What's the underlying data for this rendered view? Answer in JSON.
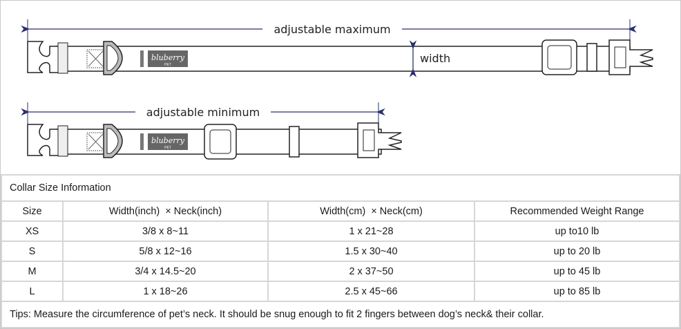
{
  "diagram": {
    "max_label": "adjustable maximum",
    "min_label": "adjustable minimum",
    "width_label": "width",
    "logo_text": "bluberry PET",
    "arrow_color": "#2a2f6e"
  },
  "table": {
    "title": "Collar Size Information",
    "headers": [
      "Size",
      "Width(inch)  × Neck(inch)",
      "Width(cm)  × Neck(cm)",
      "Recommended Weight Range"
    ],
    "rows": [
      [
        "XS",
        "3/8 x 8~11",
        "1 x 21~28",
        "up to10 lb"
      ],
      [
        "S",
        "5/8 x 12~16",
        "1.5 x 30~40",
        "up to 20 lb"
      ],
      [
        "M",
        "3/4 x 14.5~20",
        "2 x 37~50",
        "up to 45 lb"
      ],
      [
        "L",
        "1 x 18~26",
        "2.5 x 45~66",
        "up to 85 lb"
      ]
    ],
    "tips": "Tips: Measure the circumference of pet’s neck. It should be snug enough to fit 2 fingers between dog’s neck& their collar."
  }
}
